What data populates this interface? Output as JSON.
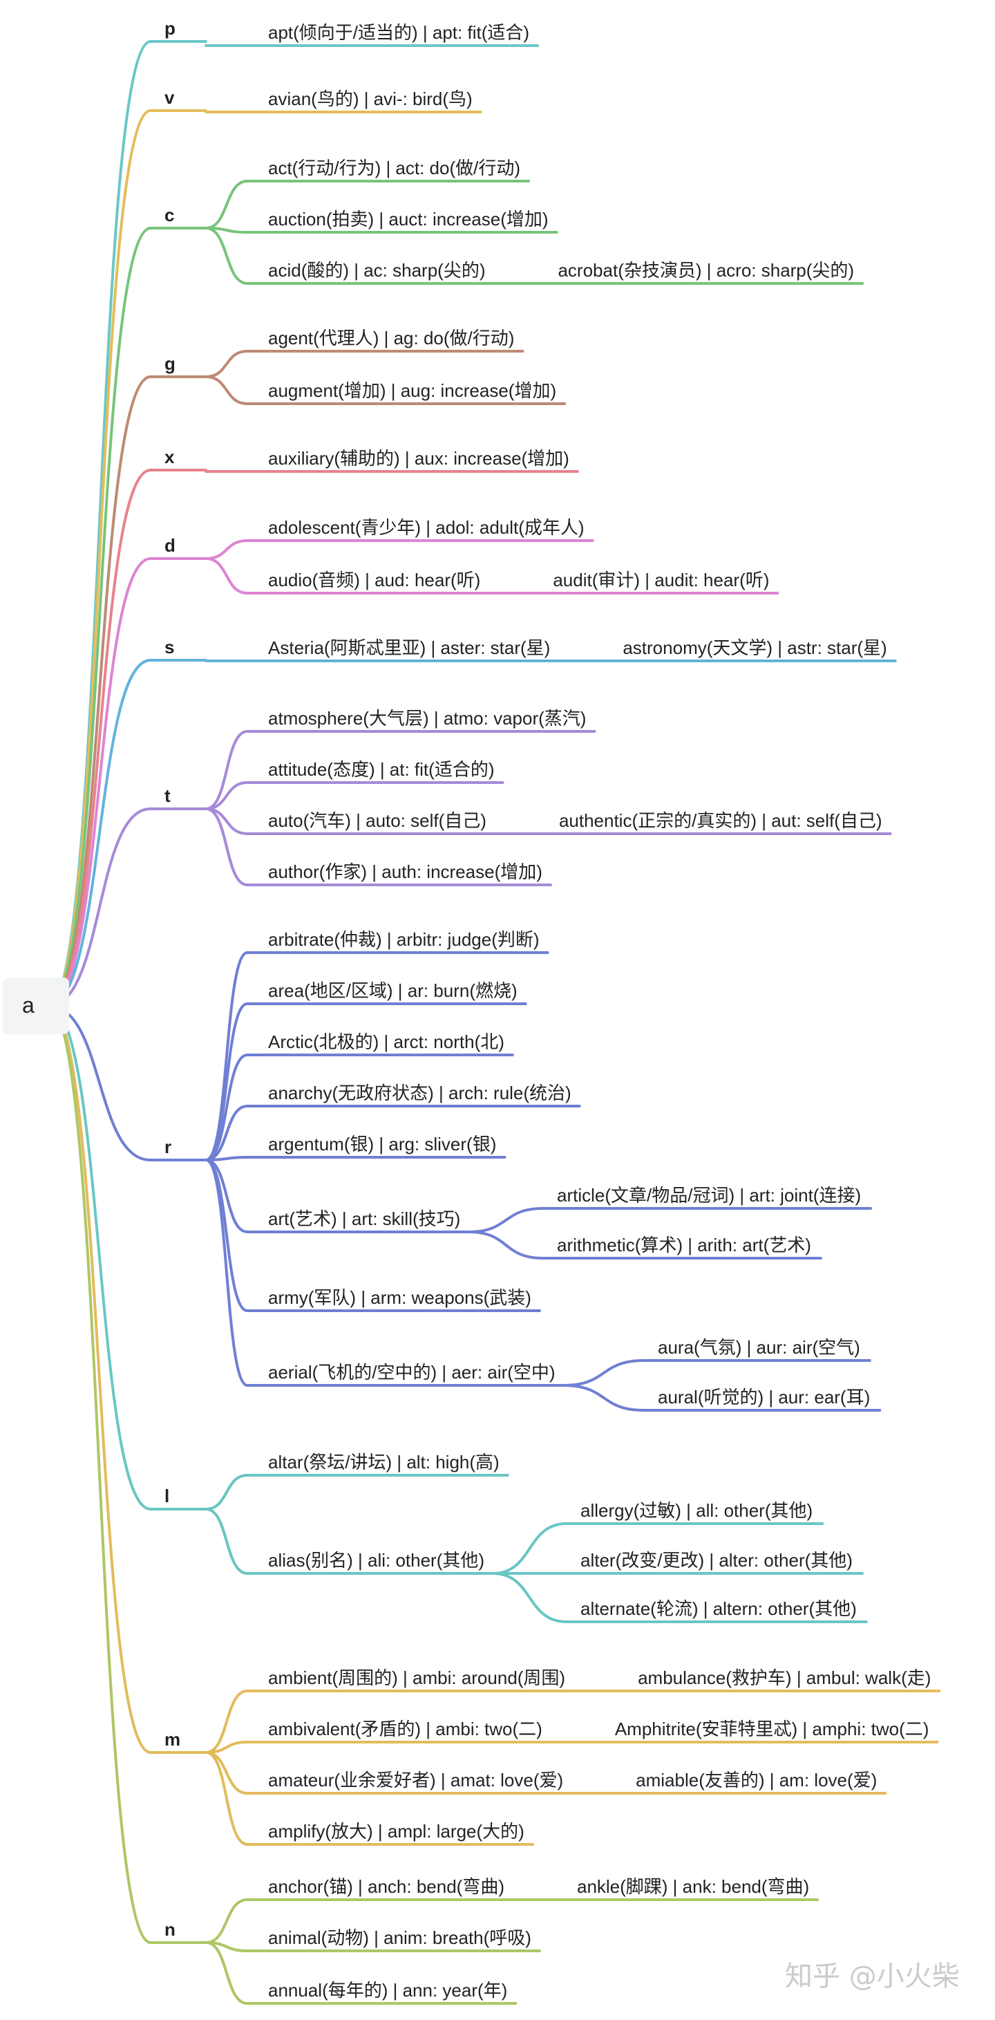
{
  "root": "a",
  "groups": [
    {
      "letter": "p",
      "color": "#6bc7c7",
      "items": [
        {
          "text": "apt(倾向于/适当的) | apt: fit(适合)"
        }
      ]
    },
    {
      "letter": "v",
      "color": "#e3bd5b",
      "items": [
        {
          "text": "avian(鸟的) | avi-: bird(鸟)"
        }
      ]
    },
    {
      "letter": "c",
      "color": "#77c47a",
      "items": [
        {
          "text": "act(行动/行为) | act: do(做/行动)"
        },
        {
          "text": "auction(拍卖) | auct: increase(增加)"
        },
        {
          "text": "acid(酸的) | ac: sharp(尖的)",
          "extra": "acrobat(杂技演员) | acro: sharp(尖的)"
        }
      ]
    },
    {
      "letter": "g",
      "color": "#be8a73",
      "items": [
        {
          "text": "agent(代理人) | ag: do(做/行动)"
        },
        {
          "text": "augment(增加) | aug: increase(增加)"
        }
      ]
    },
    {
      "letter": "x",
      "color": "#e8828d",
      "items": [
        {
          "text": "auxiliary(辅助的) | aux: increase(增加)"
        }
      ]
    },
    {
      "letter": "d",
      "color": "#de84d2",
      "items": [
        {
          "text": "adolescent(青少年) | adol: adult(成年人)"
        },
        {
          "text": "audio(音频) | aud: hear(听)",
          "extra": "audit(审计) | audit: hear(听)"
        }
      ]
    },
    {
      "letter": "s",
      "color": "#62b3dc",
      "items": [
        {
          "text": "Asteria(阿斯忒里亚) | aster: star(星)",
          "extra": "astronomy(天文学) | astr: star(星)"
        }
      ]
    },
    {
      "letter": "t",
      "color": "#a58ad9",
      "items": [
        {
          "text": "atmosphere(大气层) | atmo: vapor(蒸汽)"
        },
        {
          "text": "attitude(态度) | at: fit(适合的)"
        },
        {
          "text": "auto(汽车) | auto: self(自己)",
          "extra": "authentic(正宗的/真实的) | aut: self(自己)"
        },
        {
          "text": "author(作家) | auth: increase(增加)"
        }
      ]
    },
    {
      "letter": "r",
      "color": "#6f7fd3",
      "items": [
        {
          "text": "arbitrate(仲裁) | arbitr: judge(判断)"
        },
        {
          "text": "area(地区/区域) | ar: burn(燃烧)"
        },
        {
          "text": "Arctic(北极的) | arct: north(北)"
        },
        {
          "text": "anarchy(无政府状态) | arch: rule(统治)"
        },
        {
          "text": "argentum(银) | arg: sliver(银)"
        },
        {
          "text": "art(艺术) | art: skill(技巧)",
          "children": [
            "article(文章/物品/冠词) | art: joint(连接)",
            "arithmetic(算术) | arith: art(艺术)"
          ]
        },
        {
          "text": "army(军队) | arm: weapons(武装)"
        },
        {
          "text": "aerial(飞机的/空中的) | aer: air(空中)",
          "children": [
            "aura(气氛) | aur: air(空气)",
            "aural(听觉的) | aur: ear(耳)"
          ]
        }
      ]
    },
    {
      "letter": "l",
      "color": "#69c6c4",
      "items": [
        {
          "text": "altar(祭坛/讲坛) | alt: high(高)"
        },
        {
          "text": "alias(别名) | ali: other(其他)",
          "children": [
            "allergy(过敏) | all: other(其他)",
            "alter(改变/更改) | alter: other(其他)",
            "alternate(轮流) | altern: other(其他)"
          ]
        }
      ]
    },
    {
      "letter": "m",
      "color": "#e2bb5c",
      "items": [
        {
          "text": "ambient(周围的) | ambi: around(周围)",
          "extra": "ambulance(救护车) | ambul: walk(走)"
        },
        {
          "text": "ambivalent(矛盾的) | ambi: two(二)",
          "extra": "Amphitrite(安菲特里忒) | amphi: two(二)"
        },
        {
          "text": "amateur(业余爱好者) | amat: love(爱)",
          "extra": "amiable(友善的) | am: love(爱)"
        },
        {
          "text": "amplify(放大) | ampl: large(大的)"
        }
      ]
    },
    {
      "letter": "n",
      "color": "#adc765",
      "items": [
        {
          "text": "anchor(锚) | anch: bend(弯曲)",
          "extra": "ankle(脚踝) | ank: bend(弯曲)"
        },
        {
          "text": "animal(动物) | anim: breath(呼吸)"
        },
        {
          "text": "annual(每年的) | ann: year(年)"
        }
      ]
    }
  ],
  "watermark": "知乎 @小火柴"
}
